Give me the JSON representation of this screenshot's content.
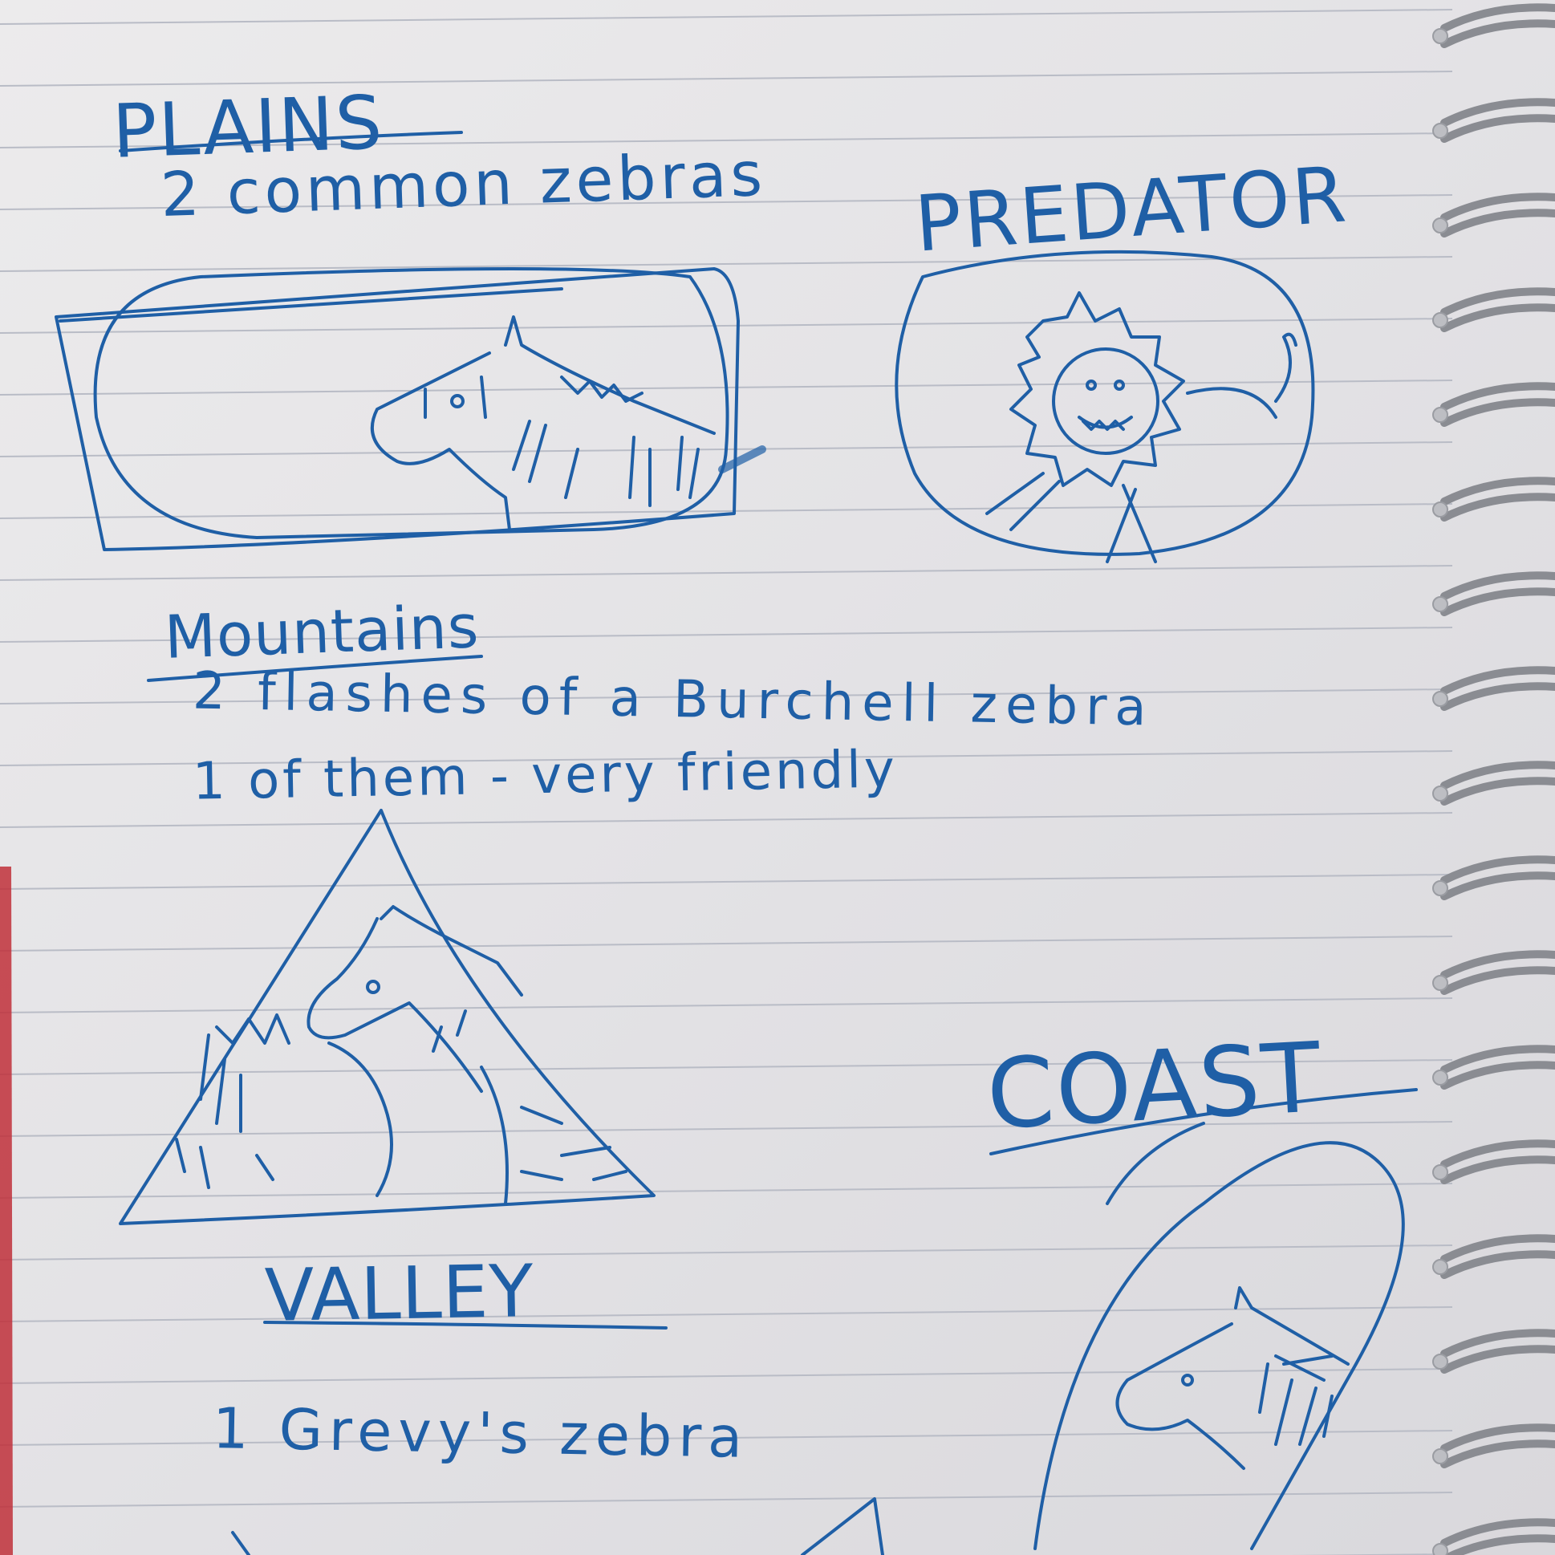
{
  "notebook": {
    "plains": {
      "heading": "PLAINS",
      "note": "2 common zebras"
    },
    "predator": {
      "heading": "PREDATOR"
    },
    "mountains": {
      "heading": "Mountains",
      "note_line_1": "2 flashes of a Burchell zebra",
      "note_line_2": "1 of them - very friendly"
    },
    "coast": {
      "heading": "COAST"
    },
    "valley": {
      "heading": "VALLEY",
      "note": "1 Grevy's zebra"
    }
  },
  "colors": {
    "ink": "#1f5fa6",
    "paper": "#e8e7ea",
    "ruled_line": "#b9bcc6",
    "binding": "#8a8c92",
    "cover_edge": "#c0303a"
  },
  "icons": [
    "zebra-sketch",
    "lion-sketch",
    "mountain-sketch",
    "spiral-binding"
  ]
}
